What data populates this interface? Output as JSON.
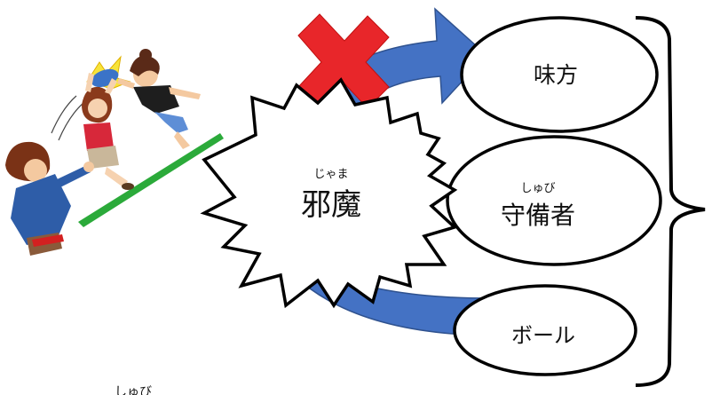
{
  "diagram": {
    "center": {
      "label": "邪魔",
      "ruby": "じゃま"
    },
    "targets": [
      {
        "label": "味方",
        "ruby": "",
        "blocked": true
      },
      {
        "label": "守備者",
        "ruby": "しゅび",
        "blocked": false
      },
      {
        "label": "ボール",
        "ruby": "",
        "blocked": false
      }
    ],
    "cut_off_text": "しゅび"
  },
  "colors": {
    "arrow": "#4472C4",
    "arrow_edge": "#2F528F",
    "cross": "#E8262A",
    "field_line": "#2BAA3A",
    "outline": "#000000"
  },
  "icons": {
    "illustration": "dodgeball-players-illustration",
    "cross": "red-x-icon",
    "brace": "right-curly-brace"
  }
}
